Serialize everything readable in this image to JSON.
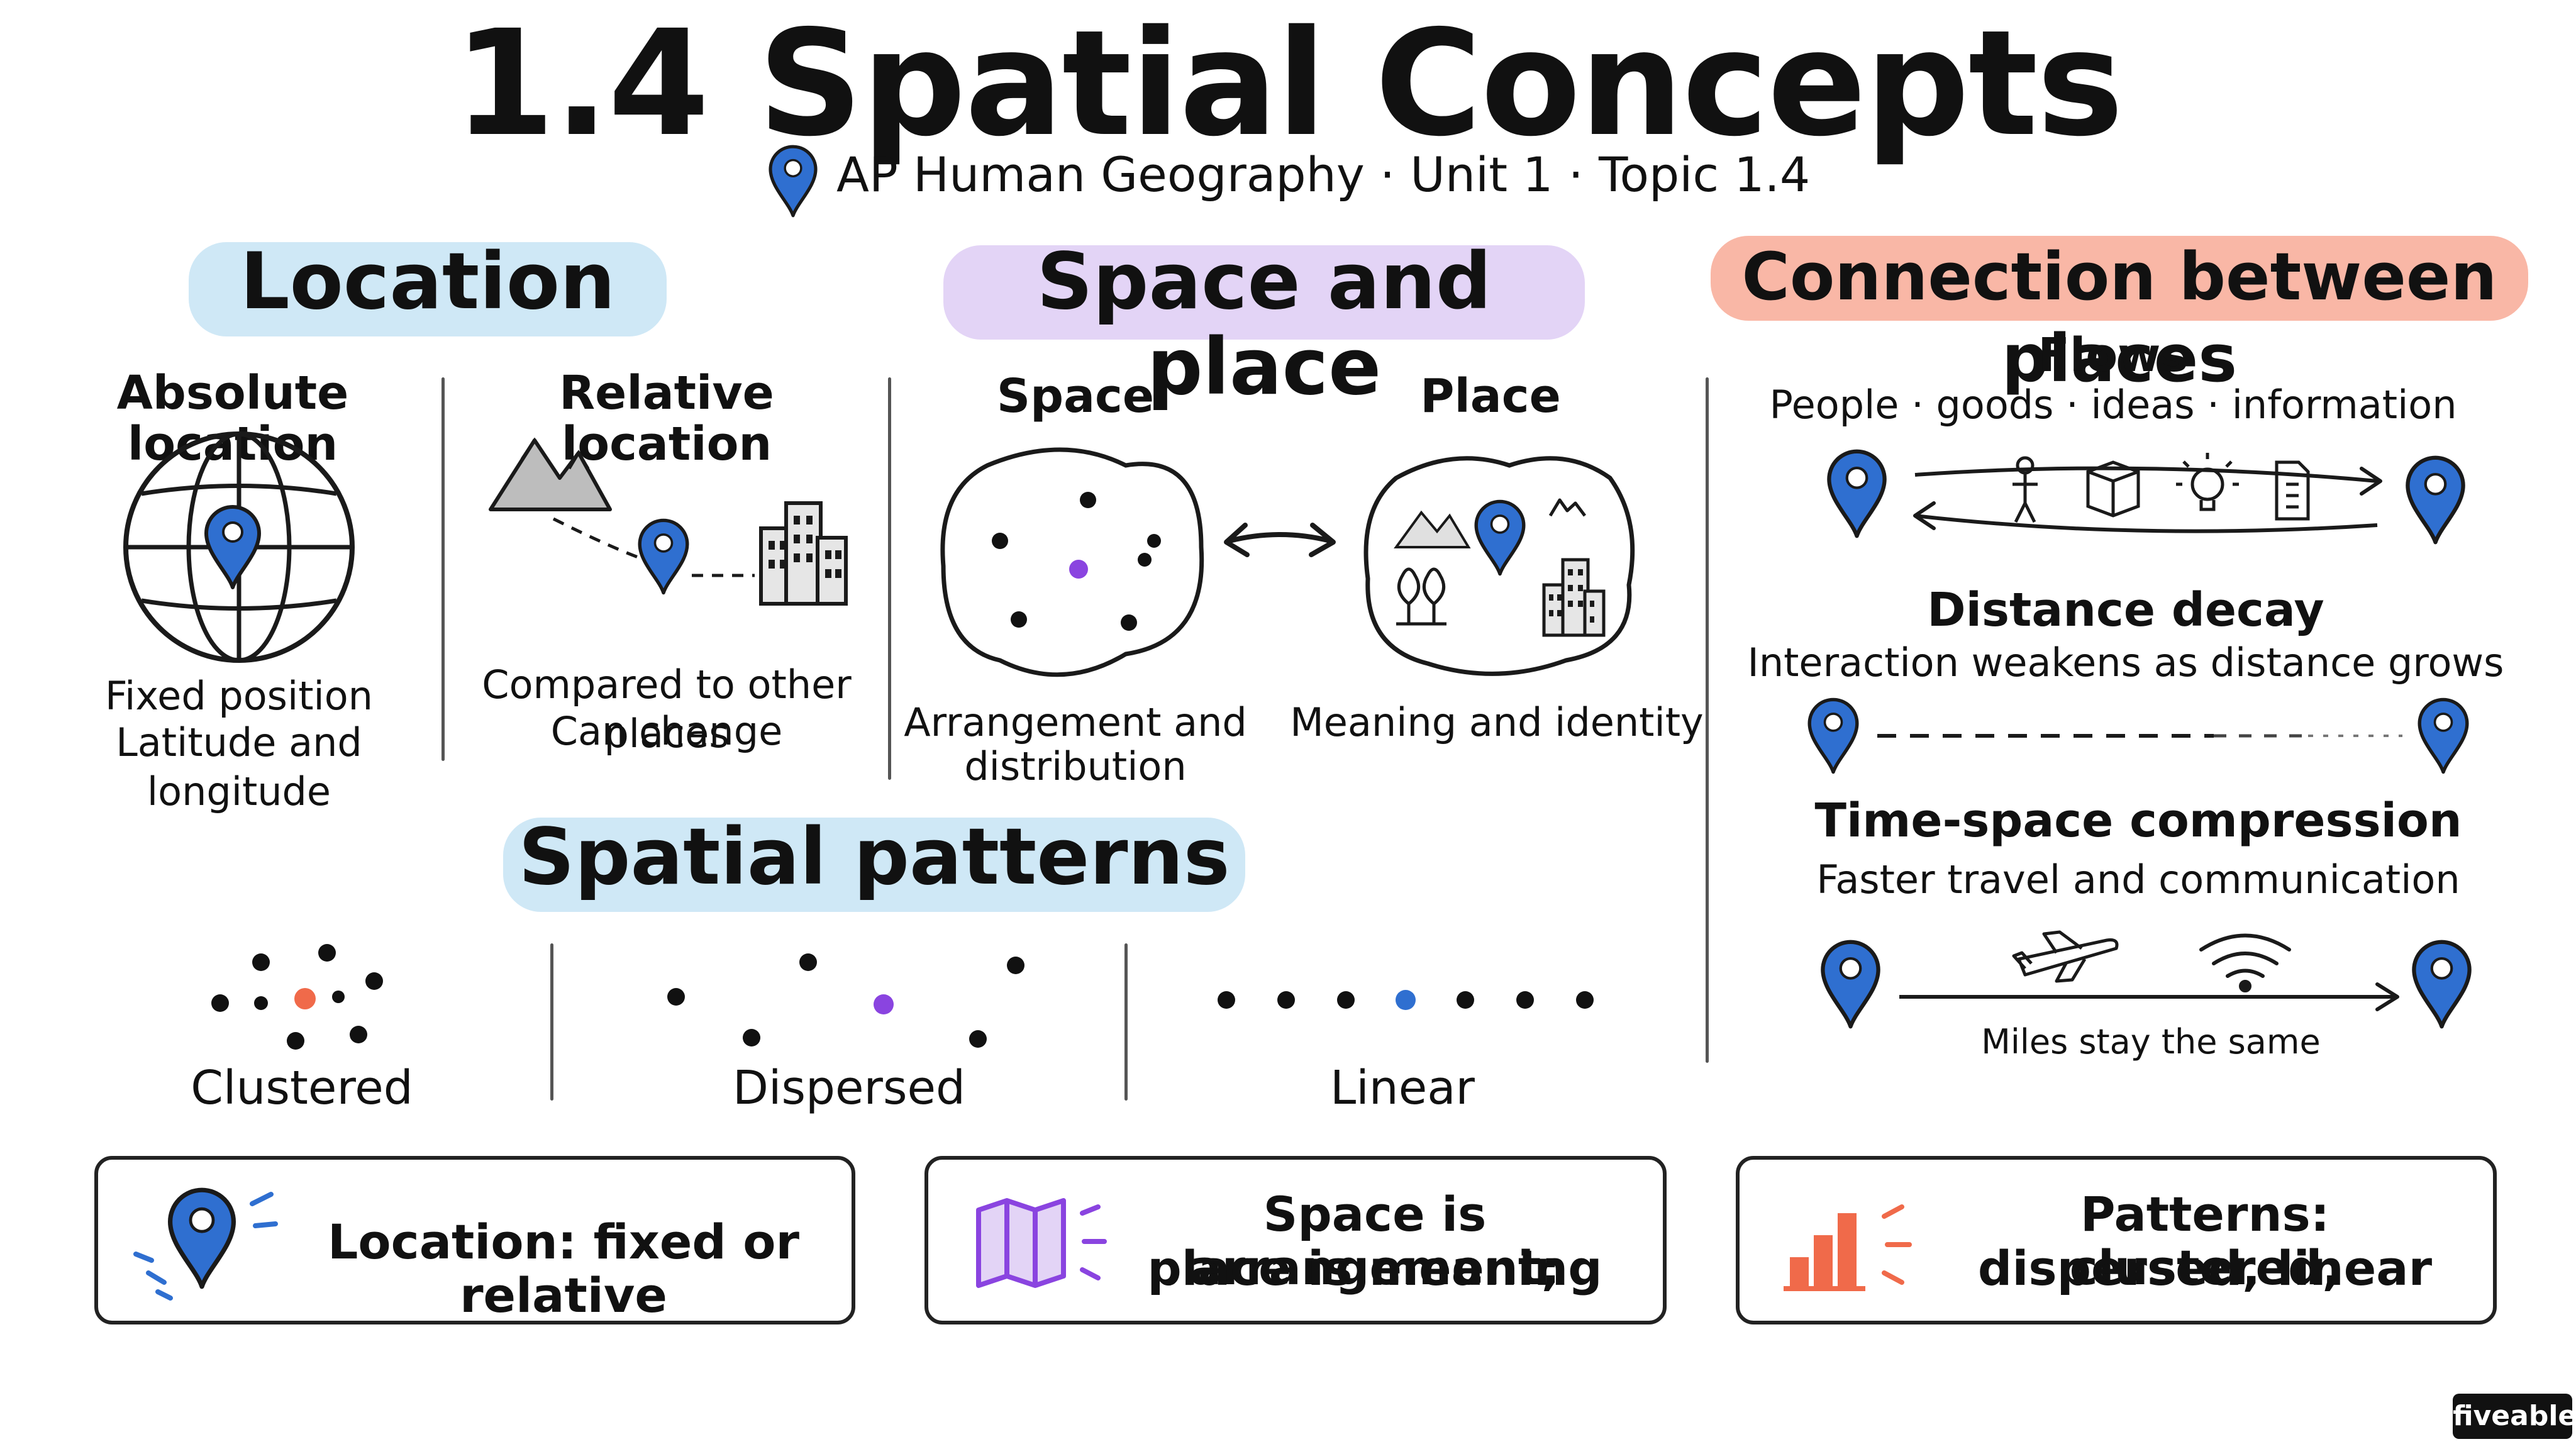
{
  "header": {
    "title": "1.4 Spatial Concepts",
    "subtitle": "AP Human Geography · Unit 1 · Topic 1.4"
  },
  "colors": {
    "pin_blue": "#2f6fd0",
    "accent_purple": "#8a44e0",
    "accent_orange": "#f06a4a",
    "location_highlight": "#cfe8f6",
    "space_highlight": "#e3d4f6",
    "connection_highlight": "#f9b7a6",
    "patterns_highlight": "#cfe8f6"
  },
  "location": {
    "heading": "Location",
    "absolute": {
      "label": "Absolute location",
      "line1": "Fixed position",
      "line2": "Latitude and longitude",
      "icon": "globe-with-pin-icon"
    },
    "relative": {
      "label": "Relative location",
      "line1": "Compared to other places",
      "line2": "Can change",
      "icons": [
        "mountains-icon",
        "map-pin-icon",
        "city-buildings-icon"
      ]
    }
  },
  "space_place": {
    "heading": "Space and place",
    "space": {
      "label": "Space",
      "caption1": "Arrangement and",
      "caption2": "distribution"
    },
    "place": {
      "label": "Place",
      "caption": "Meaning and identity"
    }
  },
  "connection": {
    "heading": "Connection between places",
    "flows": {
      "label": "Flows",
      "items": "People · goods · ideas · information",
      "icons": [
        "person-icon",
        "package-icon",
        "lightbulb-icon",
        "document-icon"
      ]
    },
    "distance_decay": {
      "label": "Distance decay",
      "caption": "Interaction weakens as distance grows"
    },
    "time_space": {
      "label": "Time-space compression",
      "caption": "Faster travel and communication",
      "note": "Miles stay the same",
      "icons": [
        "airplane-icon",
        "wifi-icon"
      ]
    }
  },
  "patterns": {
    "heading": "Spatial patterns",
    "clustered": "Clustered",
    "dispersed": "Dispersed",
    "linear": "Linear"
  },
  "cards": [
    {
      "text1": "Location: fixed or relative",
      "text2": "",
      "icon": "map-pin-icon"
    },
    {
      "text1": "Space is arrangement;",
      "text2": "place is meaning",
      "icon": "folded-map-icon"
    },
    {
      "text1": "Patterns: clustered,",
      "text2": "dispersed, linear",
      "icon": "bar-chart-icon"
    }
  ],
  "brand": "fiveable"
}
